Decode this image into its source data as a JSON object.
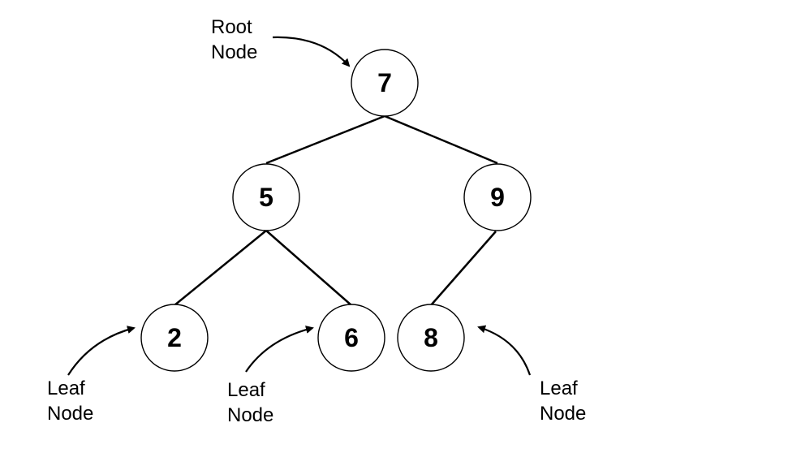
{
  "tree": {
    "nodes": [
      {
        "id": "n7",
        "value": "7"
      },
      {
        "id": "n5",
        "value": "5"
      },
      {
        "id": "n9",
        "value": "9"
      },
      {
        "id": "n2",
        "value": "2"
      },
      {
        "id": "n6",
        "value": "6"
      },
      {
        "id": "n8",
        "value": "8"
      }
    ],
    "edges": [
      {
        "from": "7",
        "to": "5"
      },
      {
        "from": "7",
        "to": "9"
      },
      {
        "from": "5",
        "to": "2"
      },
      {
        "from": "5",
        "to": "6"
      },
      {
        "from": "9",
        "to": "8"
      }
    ]
  },
  "annotations": {
    "root": {
      "line1": "Root",
      "line2": "Node"
    },
    "leaf_2": {
      "line1": "Leaf",
      "line2": "Node"
    },
    "leaf_6": {
      "line1": "Leaf",
      "line2": "Node"
    },
    "leaf_8": {
      "line1": "Leaf",
      "line2": "Node"
    }
  }
}
